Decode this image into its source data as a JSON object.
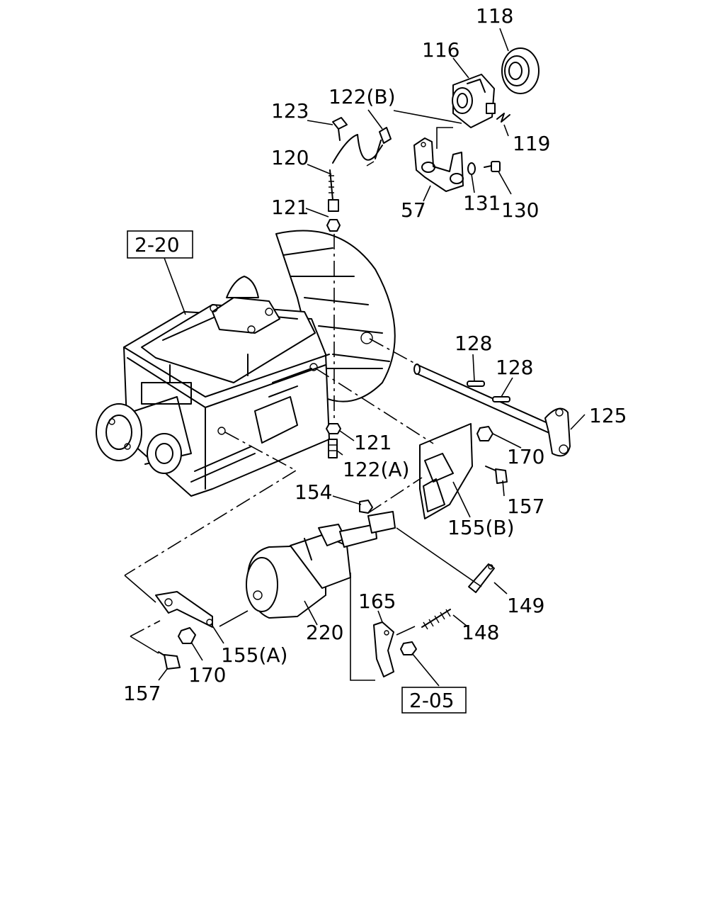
{
  "callouts": {
    "p118": "118",
    "p116": "116",
    "p119": "119",
    "p123": "123",
    "p122b": "122(B)",
    "p120": "120",
    "p121_top": "121",
    "p57": "57",
    "p131": "131",
    "p130": "130",
    "p128_a": "128",
    "p128_b": "128",
    "p125": "125",
    "p121_mid": "121",
    "p122a": "122(A)",
    "p170_right": "170",
    "p154": "154",
    "p157_right": "157",
    "p155b": "155(B)",
    "p149": "149",
    "p165": "165",
    "p148": "148",
    "p220": "220",
    "p155a": "155(A)",
    "p170_left": "170",
    "p157_left": "157"
  },
  "references": {
    "ref_2_20": "2-20",
    "ref_2_05": "2-05"
  }
}
